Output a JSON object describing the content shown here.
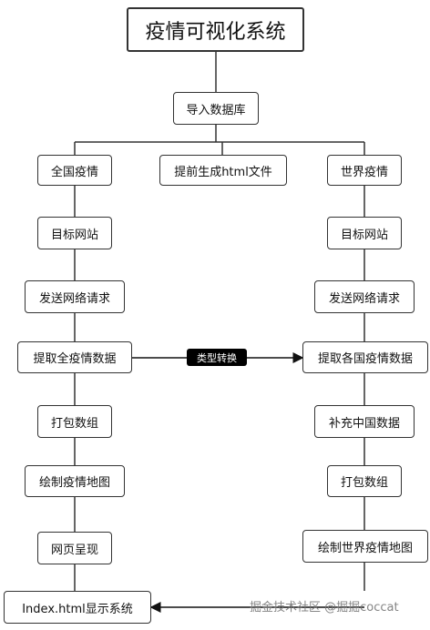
{
  "title": "疫情可视化系统",
  "db": "导入数据库",
  "mid": "提前生成html文件",
  "left": [
    "全国疫情",
    "目标网站",
    "发送网络请求",
    "提取全疫情数据",
    "打包数组",
    "绘制疫情地图",
    "网页呈现"
  ],
  "right": [
    "世界疫情",
    "目标网站",
    "发送网络请求",
    "提取各国疫情数据",
    "补充中国数据",
    "打包数组",
    "绘制世界疫情地图"
  ],
  "convert_label": "类型转换",
  "final": "Index.html显示系统",
  "watermark": "掘金技术社区 @掘掘coccat"
}
